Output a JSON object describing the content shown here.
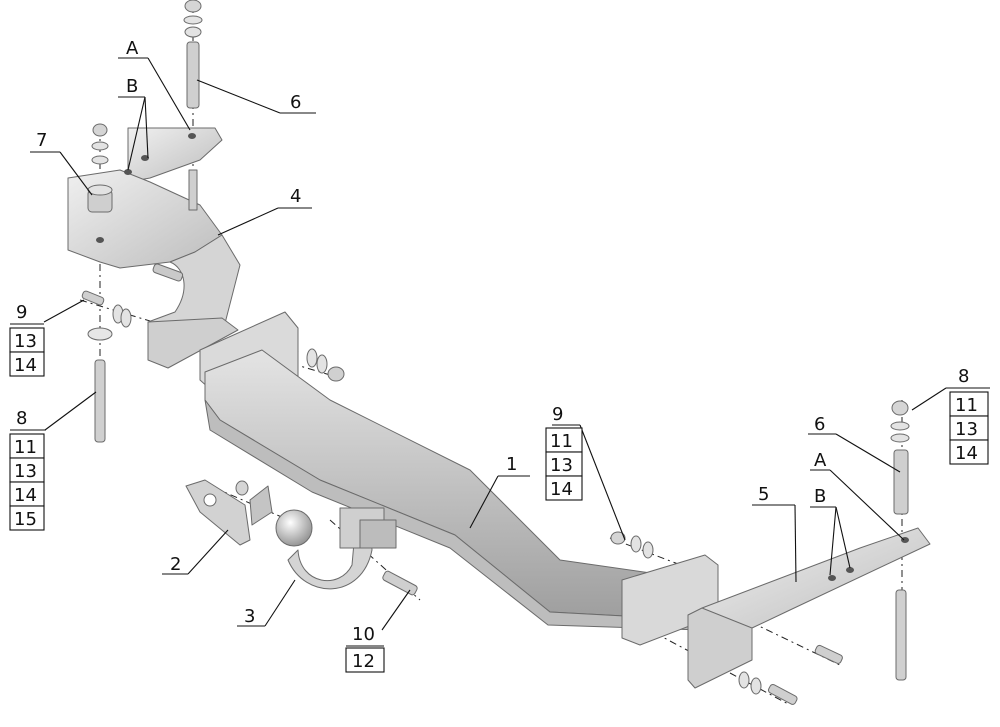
{
  "figure": {
    "description_free": true,
    "callouts": {
      "part_1": "1",
      "part_2": "2",
      "part_3": "3",
      "part_4": "4",
      "part_5": "5",
      "part_6_top": "6",
      "part_6_right": "6",
      "part_7": "7",
      "part_8_left": "8",
      "part_8_right": "8",
      "part_9_left": "9",
      "part_9_mid": "9",
      "part_10": "10",
      "part_12": "12",
      "hole_A_top": "A",
      "hole_A_right": "A",
      "hole_B_top": "B",
      "hole_B_right": "B"
    },
    "stacks": {
      "left_9": [
        "13",
        "14"
      ],
      "left_8": [
        "11",
        "13",
        "14",
        "15"
      ],
      "mid_9": [
        "11",
        "13",
        "14"
      ],
      "right_8": [
        "11",
        "13",
        "14"
      ]
    },
    "colors": {
      "metal_light": "#ececec",
      "metal_mid": "#c9c9c9",
      "metal_dark": "#9a9a9a",
      "ink": "#111111"
    }
  }
}
